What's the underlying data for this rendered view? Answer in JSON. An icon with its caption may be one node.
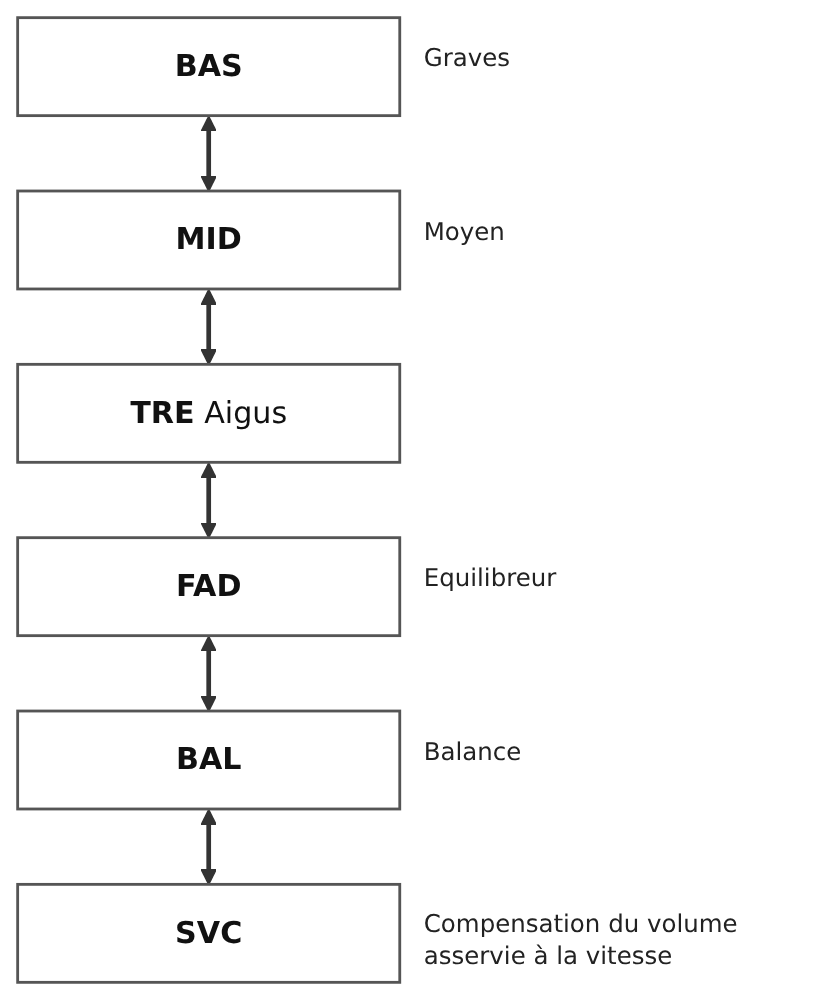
{
  "diagram": {
    "nodes": [
      {
        "text": [
          "BAS"
        ],
        "beside": [
          "Graves"
        ]
      },
      {
        "text": [
          "MID"
        ],
        "beside": [
          "Moyen"
        ]
      },
      {
        "text": [
          "TRE",
          "Aigus"
        ]
      },
      {
        "text": [
          "FAD"
        ],
        "beside": [
          "Equilibreur"
        ]
      },
      {
        "text": [
          "BAL"
        ],
        "beside": [
          "Balance"
        ]
      },
      {
        "text": [
          "SVC"
        ],
        "beside": [
          "Compensation du volume asservie à la vitesse"
        ]
      }
    ],
    "edges": [
      {
        "from": 0,
        "to": 1,
        "arrow": "both"
      },
      {
        "from": 1,
        "to": 2,
        "arrow": "both"
      },
      {
        "from": 2,
        "to": 3,
        "arrow": "both"
      },
      {
        "from": 3,
        "to": 4,
        "arrow": "both"
      },
      {
        "from": 4,
        "to": 5,
        "arrow": "both"
      }
    ]
  }
}
